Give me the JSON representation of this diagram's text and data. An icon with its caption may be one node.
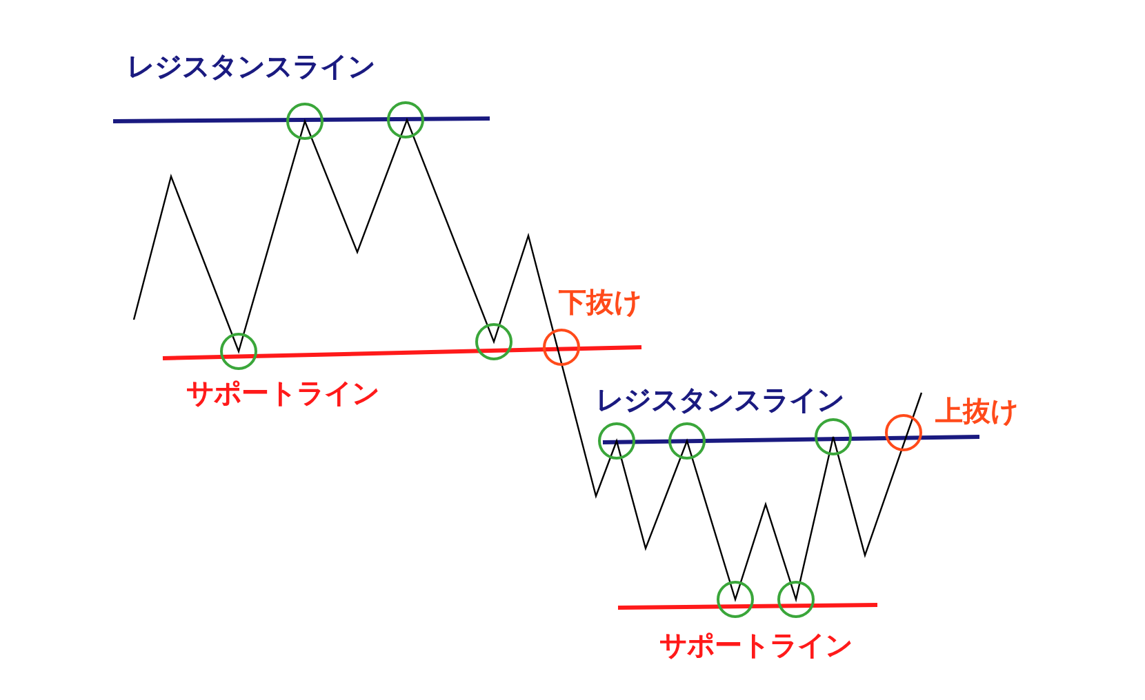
{
  "diagram": {
    "labels": [
      "レジスタンスライン",
      "サポートライン",
      "下抜け",
      "レジスタンスライン",
      "上抜け",
      "サポートライン"
    ]
  }
}
